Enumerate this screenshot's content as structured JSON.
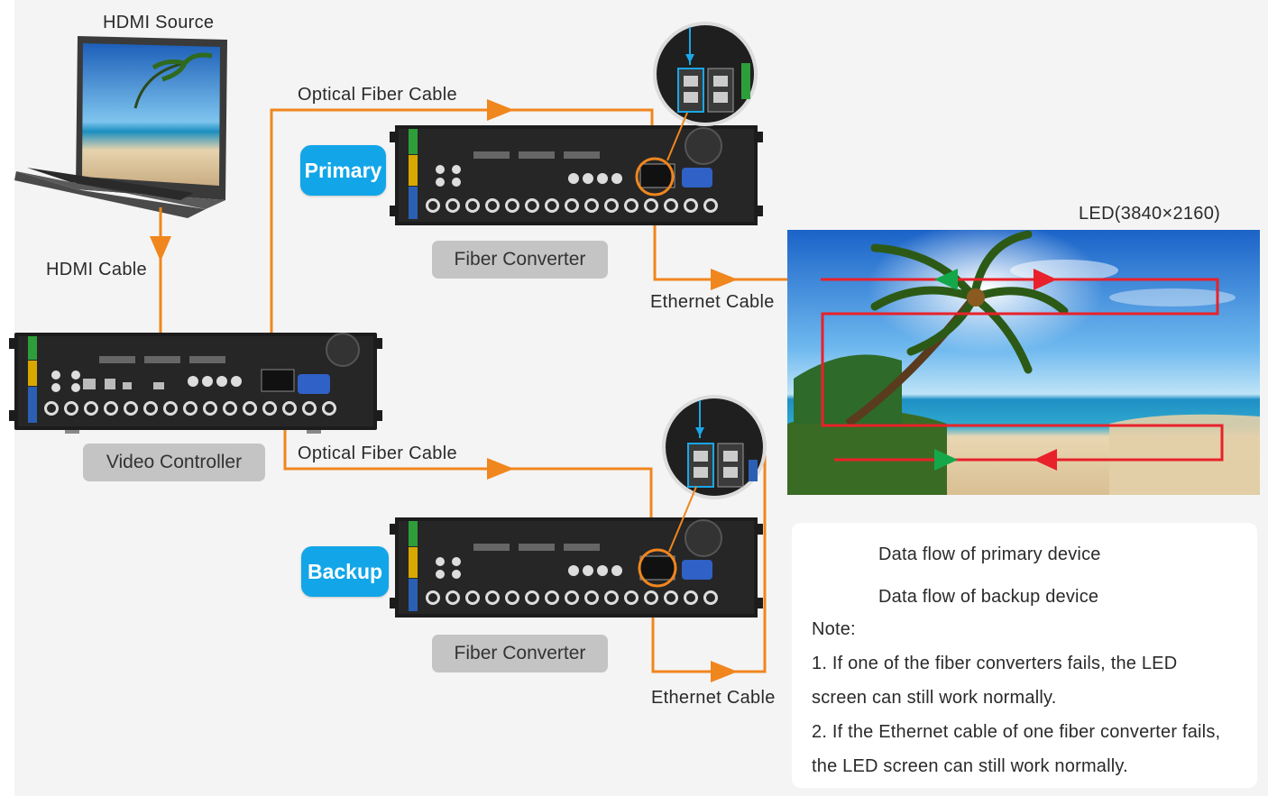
{
  "labels": {
    "hdmi_source": "HDMI Source",
    "hdmi_cable": "HDMI Cable",
    "optical_fiber_top": "Optical Fiber Cable",
    "optical_fiber_bottom": "Optical Fiber Cable",
    "ethernet_top": "Ethernet Cable",
    "ethernet_bottom": "Ethernet Cable",
    "led": "LED(3840×2160)"
  },
  "tags": {
    "primary": "Primary",
    "backup": "Backup"
  },
  "devices": {
    "video_controller": "Video Controller",
    "fiber_converter_top": "Fiber Converter",
    "fiber_converter_bottom": "Fiber Converter"
  },
  "legend": {
    "primary_flow": "Data flow of primary device",
    "backup_flow": "Data flow of backup device",
    "note_title": "Note:",
    "note1_line1": "1. If one of the fiber converters fails, the LED",
    "note1_line2": "screen  can still work normally.",
    "note2_line1": "2. If the Ethernet cable of one fiber converter fails,",
    "note2_line2": "the LED screen can still work normally."
  },
  "colors": {
    "cable": "#f0861e",
    "primary_flow": "#e8212a",
    "backup_flow": "#14a84a",
    "tag": "#12a6e8",
    "device_label_bg": "#c4c4c4"
  }
}
